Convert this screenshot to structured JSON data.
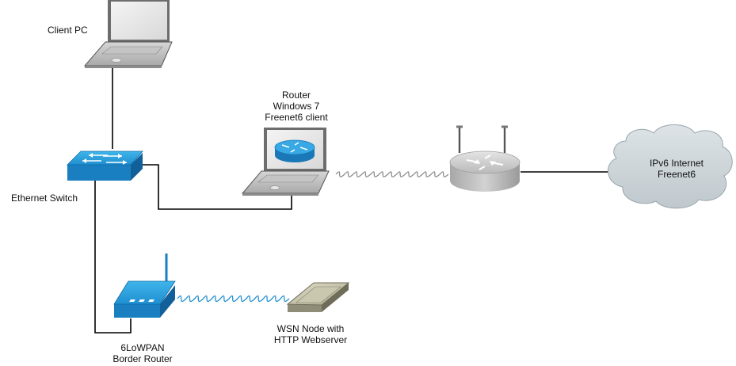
{
  "diagram": {
    "nodes": {
      "client_pc": {
        "label": "Client PC"
      },
      "switch": {
        "label": "Ethernet Switch"
      },
      "router_pc": {
        "label": [
          "Router",
          "Windows 7",
          "Freenet6 client"
        ]
      },
      "internet": {
        "label": [
          "IPv6 Internet",
          "Freenet6"
        ]
      },
      "border_router": {
        "label": [
          "6LoWPAN",
          "Border Router"
        ]
      },
      "wsn_node": {
        "label": [
          "WSN Node with",
          "HTTP Webserver"
        ]
      }
    },
    "edges": [
      {
        "from": "client_pc",
        "to": "switch",
        "type": "ethernet"
      },
      {
        "from": "switch",
        "to": "router_pc",
        "type": "ethernet"
      },
      {
        "from": "switch",
        "to": "border_router",
        "type": "ethernet"
      },
      {
        "from": "router_pc",
        "to": "wifi_router",
        "type": "wireless"
      },
      {
        "from": "wifi_router",
        "to": "internet",
        "type": "wired"
      },
      {
        "from": "border_router",
        "to": "wsn_node",
        "type": "wireless"
      }
    ]
  }
}
